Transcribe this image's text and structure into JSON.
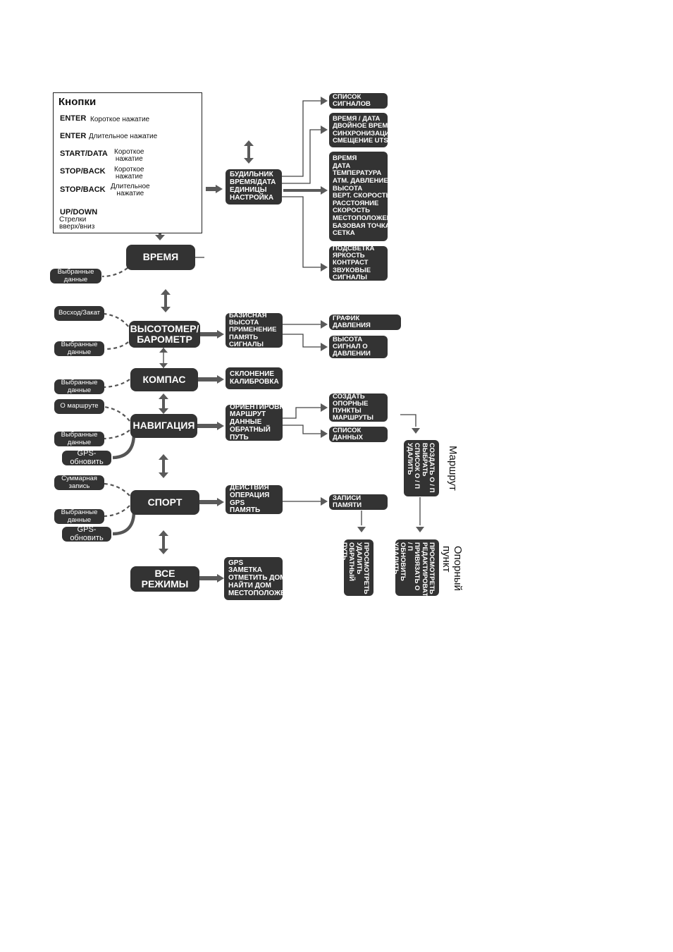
{
  "legend": {
    "title": "Кнопки",
    "rows": [
      {
        "button": "ENTER",
        "desc": "Короткое нажатие",
        "style": "single"
      },
      {
        "button": "ENTER",
        "desc": "Длительное нажатие",
        "style": "double"
      },
      {
        "button": "START/DATA",
        "desc": "Короткое\nнажатие",
        "style": "dotted"
      },
      {
        "button": "STOP/BACK",
        "desc": "Короткое\nнажатие",
        "style": "dashed"
      },
      {
        "button": "STOP/BACK",
        "desc": "Длительное\nнажатие",
        "style": "thin"
      },
      {
        "button": "UP/DOWN",
        "desc": "Стрелки\nвверх/вниз",
        "style": "updown"
      }
    ]
  },
  "modes": {
    "time": "ВРЕМЯ",
    "alti": "ВЫСОТОМЕР/\nБАРОМЕТР",
    "compass": "КОМПАС",
    "nav": "НАВИГАЦИЯ",
    "sport": "СПОРТ",
    "all": "ВСЕ РЕЖИМЫ"
  },
  "menus": {
    "time": "БУДИЛЬНИК\nВРЕМЯ/ДАТА\nЕДИНИЦЫ\nНАСТРОЙКА",
    "alti": "БАЗИСНАЯ ВЫСОТА\nПРИМЕНЕНИЕ\nПАМЯТЬ\nСИГНАЛЫ",
    "compass": "СКЛОНЕНИЕ\nКАЛИБРОВКА",
    "nav": "ОРИЕНТИРОВКА\nМАРШРУТ\nДАННЫЕ\nОБРАТНЫЙ ПУТЬ",
    "sport": "ДЕЙСТВИЯ\nОПЕРАЦИЯ GPS\nПАМЯТЬ",
    "all": "GPS\nЗАМЕТКА\nОТМЕТИТЬ ДОМ\nНАЙТИ ДОМ\nМЕСТОПОЛОЖЕНИЕ"
  },
  "submenus": {
    "alarm_list": "СПИСОК СИГНАЛОВ",
    "time_date": "ВРЕМЯ / ДАТА\nДВОЙНОЕ ВРЕМЯ\nСИНХРОНИЗАЦИЯ\nСМЕЩЕНИЕ UTS",
    "units": "ВРЕМЯ\nДАТА\nТЕМПЕРАТУРА\nАТМ. ДАВЛЕНИЕ\nВЫСОТА\nВЕРТ. СКОРОСТЬ\nРАССТОЯНИЕ\nСКОРОСТЬ\nМЕСТОПОЛОЖЕНИЕ\nБАЗОВАЯ ТОЧКА\nСЕТКА",
    "settings": "ПОДСВЕТКА\nЯРКОСТЬ\nКОНТРАСТ\nЗВУКОВЫЕ СИГНАЛЫ",
    "pressure_graph": "ГРАФИК ДАВЛЕНИЯ",
    "alti_alarm": "ВЫСОТА\nСИГНАЛ О ДАВЛЕНИИ",
    "nav_create": "СОЗДАТЬ\nОПОРНЫЕ ПУНКТЫ\nМАРШРУТЫ",
    "data_list": "СПИСОК ДАННЫХ",
    "memory_records": "ЗАПИСИ ПАМЯТИ",
    "route_box": "СОЗДАТЬ О / П\nВЫБРАТЬ\nСПИСОК О / П\nУДАЛИТЬ",
    "memory_box": "ПРОСМОТРЕТЬ\nУДАЛИТЬ\nОБРАТНЫЙ ПУТЬ",
    "waypoint_box": "ПРОСМОТРЕТЬ\nРЕДАКТИРОВАТЬ\nПРИВЯЗАТЬ О / П\nОБНОВИТЬ\nУДАЛИТЬ"
  },
  "side_labels": {
    "route": "Маршрут",
    "waypoint": "Опорный\nпункт"
  },
  "pills": {
    "time_selected": "Выбранные данные",
    "sunrise": "Восход/Закат",
    "alti_selected": "Выбранные данные",
    "compass_selected": "Выбранные данные",
    "about_route": "О маршруте",
    "nav_selected": "Выбранные данные",
    "nav_gps": "GPS-обновить",
    "summary": "Суммарная запись",
    "sport_selected": "Выбранные данные",
    "sport_gps": "GPS-обновить"
  },
  "colors": {
    "box": "#333333",
    "arrow": "#5a5a5a",
    "line": "#444444"
  }
}
